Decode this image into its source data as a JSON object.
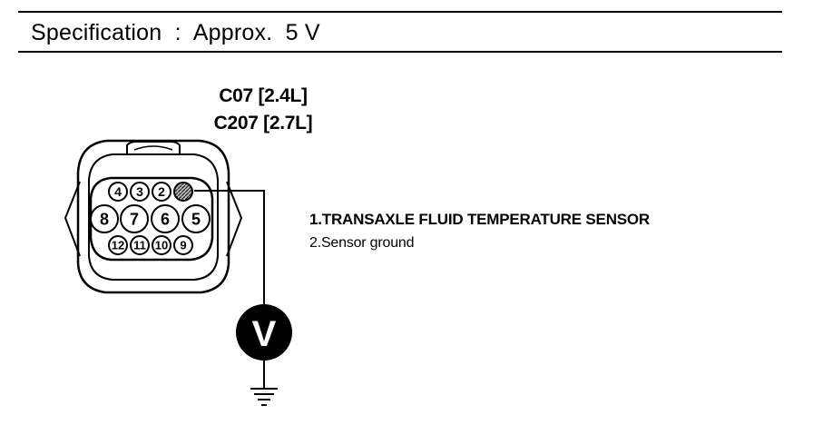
{
  "specification": {
    "label": "Specification",
    "separator": ":",
    "value": "Approx.",
    "amount": "5 V"
  },
  "connector": {
    "labels": [
      "C07 [2.4L]",
      "C207 [2.7L]"
    ],
    "top_row": [
      "4",
      "3",
      "2",
      ""
    ],
    "middle_row": [
      "8",
      "7",
      "6",
      "5"
    ],
    "bottom_row": [
      "12",
      "11",
      "10",
      "9"
    ]
  },
  "legend": {
    "item1": "1.TRANSAXLE FLUID TEMPERATURE SENSOR",
    "item2": "2.Sensor ground"
  },
  "meter": {
    "symbol": "V"
  }
}
